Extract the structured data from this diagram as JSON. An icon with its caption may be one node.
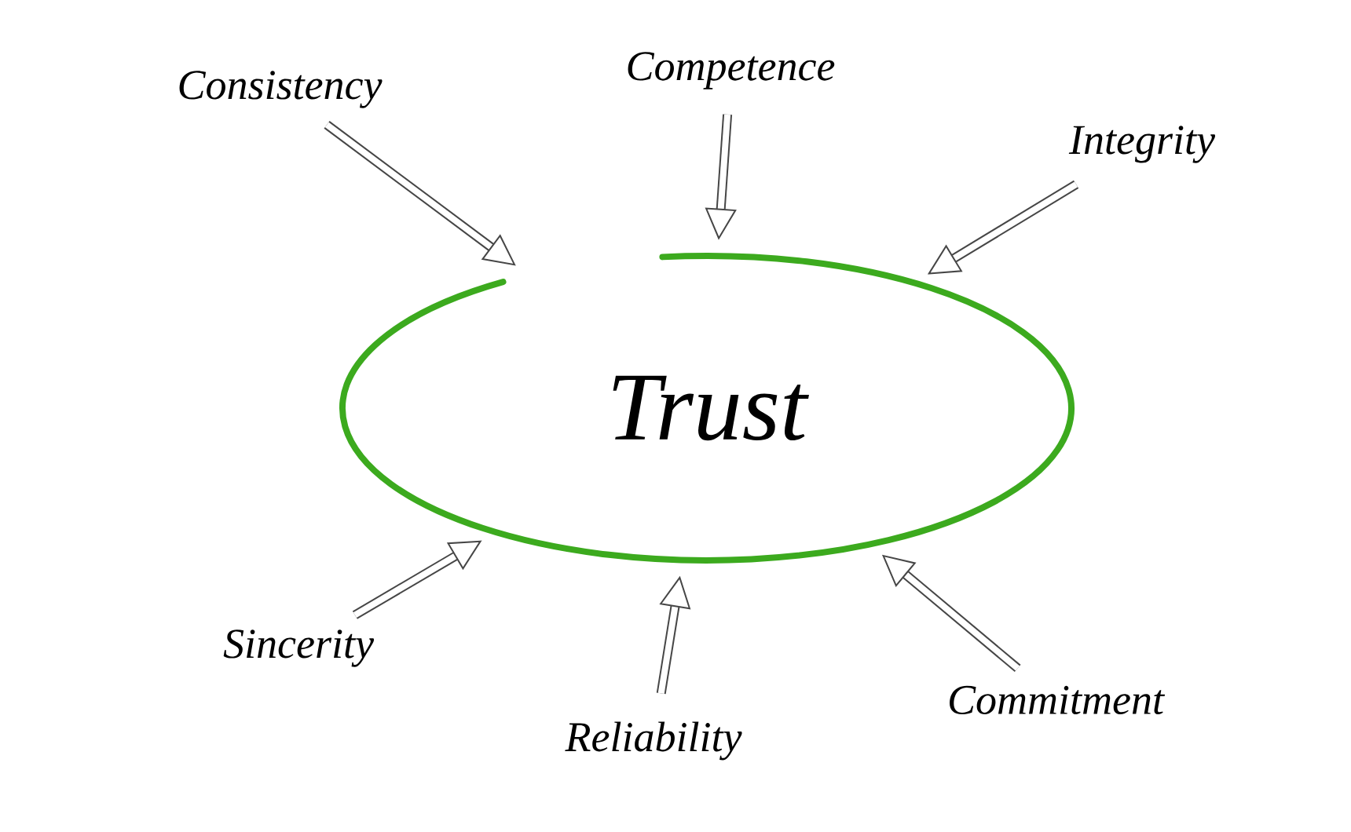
{
  "diagram": {
    "nodes": [
      {
        "text": [
          "Trust"
        ]
      },
      {
        "text": [
          "Consistency"
        ]
      },
      {
        "text": [
          "Competence"
        ]
      },
      {
        "text": [
          "Integrity"
        ]
      },
      {
        "text": [
          "Sincerity"
        ]
      },
      {
        "text": [
          "Reliability"
        ]
      },
      {
        "text": [
          "Commitment"
        ]
      }
    ],
    "edges": [
      {
        "from": 1,
        "to": 0,
        "arrow": "to"
      },
      {
        "from": 2,
        "to": 0,
        "arrow": "to"
      },
      {
        "from": 3,
        "to": 0,
        "arrow": "to"
      },
      {
        "from": 4,
        "to": 0,
        "arrow": "to"
      },
      {
        "from": 5,
        "to": 0,
        "arrow": "to"
      },
      {
        "from": 6,
        "to": 0,
        "arrow": "to"
      }
    ]
  }
}
